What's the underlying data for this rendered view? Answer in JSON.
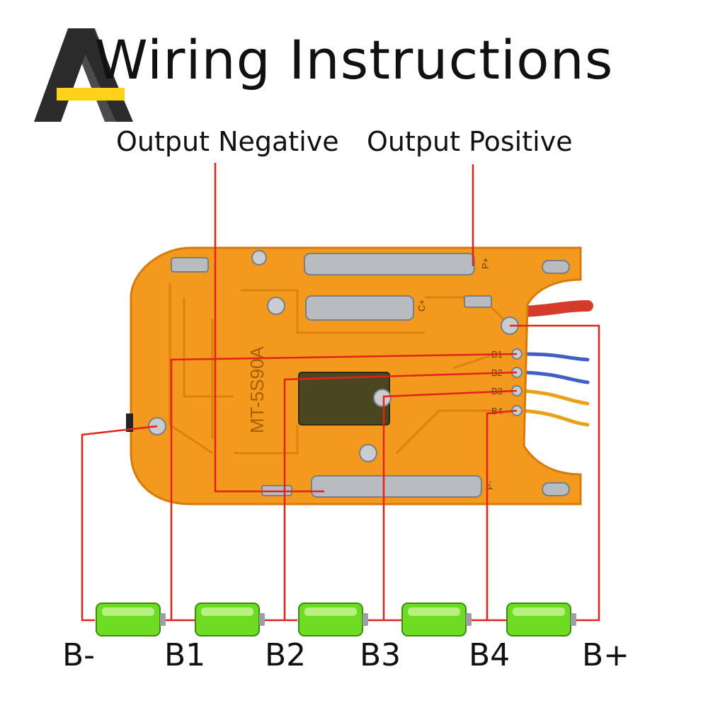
{
  "title": "Wiring Instructions",
  "outputs": {
    "negative": "Output Negative",
    "positive": "Output Positive"
  },
  "board": {
    "model": "MT-5S90A",
    "pads": {
      "p_plus": "P+",
      "c_plus": "C+",
      "p_minus": "P-",
      "b1": "B1",
      "b2": "B2",
      "b3": "B3",
      "b4": "B4"
    }
  },
  "cells": [
    "B-",
    "B1",
    "B2",
    "B3",
    "B4",
    "B+"
  ],
  "colors": {
    "board": "#f39a1e",
    "board_edge": "#d77a0c",
    "wire": "#e2231a",
    "cell": "#6fdc24",
    "balance_blue": "#3f5fc4",
    "balance_yellow": "#e7a21a",
    "logo_dark": "#2b2b2b",
    "logo_yellow": "#ffd21a"
  }
}
